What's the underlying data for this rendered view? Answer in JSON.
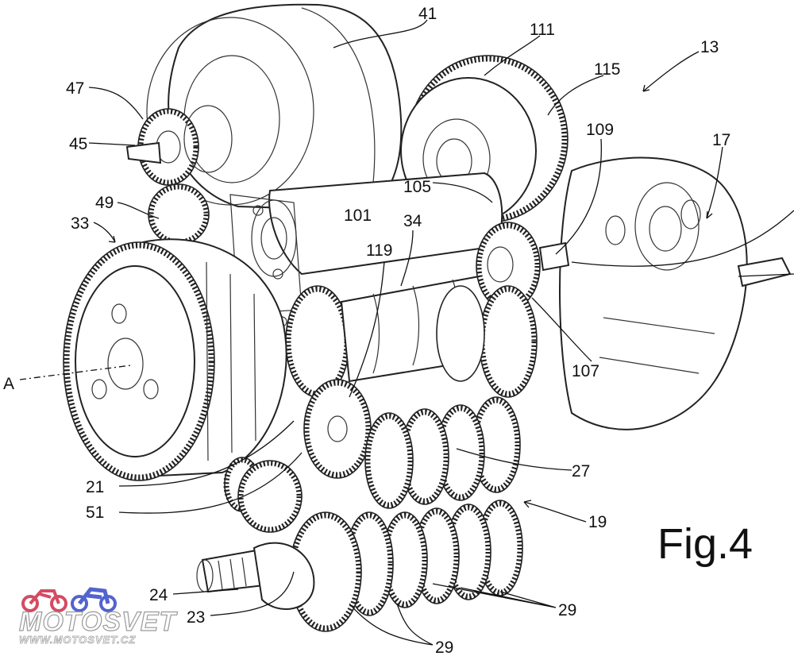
{
  "figure": {
    "caption": "Fig.4",
    "labels": {
      "l41": "41",
      "l111": "111",
      "l13": "13",
      "l115": "115",
      "l47": "47",
      "l45": "45",
      "l109": "109",
      "l17": "17",
      "l105": "105",
      "l101": "101",
      "l34": "34",
      "l49": "49",
      "l33": "33",
      "l119": "119",
      "lA": "A",
      "l107": "107",
      "l27": "27",
      "l21": "21",
      "l51": "51",
      "l19": "19",
      "l24": "24",
      "l23": "23",
      "l29a": "29",
      "l29b": "29"
    }
  },
  "watermark": {
    "brand": "MOTOSVET",
    "url": "WWW.MOTOSVET.CZ",
    "colors": {
      "bike_left": "#c8102e",
      "bike_right": "#1a2fbf"
    }
  }
}
